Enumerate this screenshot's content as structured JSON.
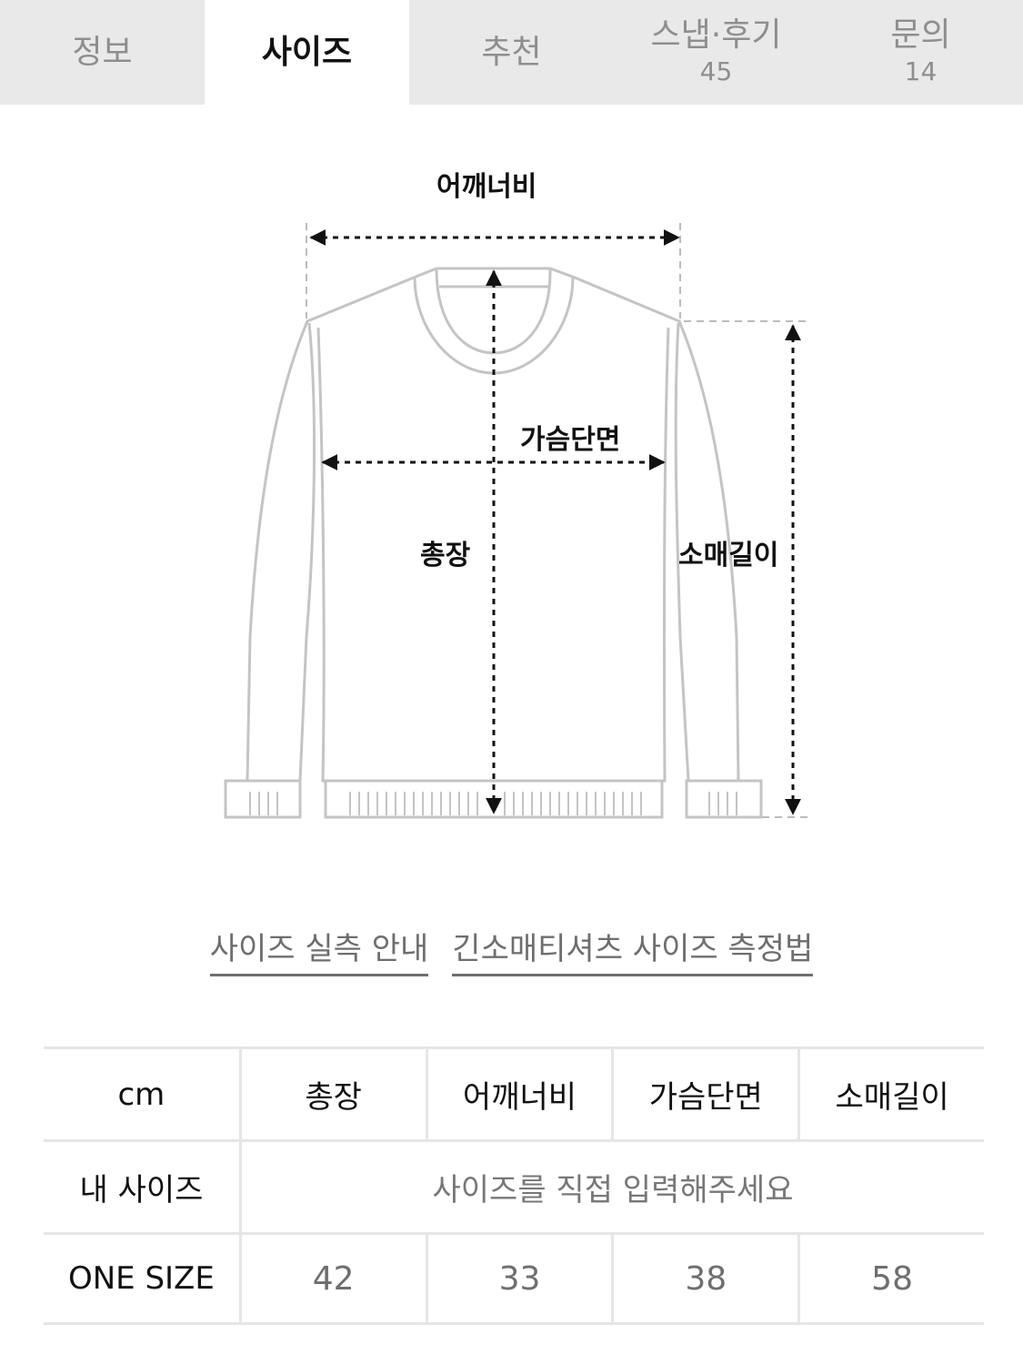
{
  "tabs": [
    {
      "label": "정보",
      "count": null,
      "active": false
    },
    {
      "label": "사이즈",
      "count": null,
      "active": true
    },
    {
      "label": "추천",
      "count": null,
      "active": false
    },
    {
      "label": "스냅·후기",
      "count": "45",
      "active": false
    },
    {
      "label": "문의",
      "count": "14",
      "active": false
    }
  ],
  "diagram": {
    "shoulder_label": "어깨너비",
    "chest_label": "가슴단면",
    "length_label": "총장",
    "sleeve_label": "소매길이"
  },
  "links": {
    "size_guide": "사이즈 실측 안내",
    "measure_method": "긴소매티셔츠 사이즈 측정법"
  },
  "size_table": {
    "unit_header": "cm",
    "columns": [
      "총장",
      "어깨너비",
      "가슴단면",
      "소매길이"
    ],
    "my_size_label": "내 사이즈",
    "my_size_prompt": "사이즈를 직접 입력해주세요",
    "rows": [
      {
        "size": "ONE SIZE",
        "values": [
          "42",
          "33",
          "38",
          "58"
        ]
      }
    ]
  },
  "colors": {
    "tab_bg": "#e9e9e9",
    "tab_active_bg": "#ffffff",
    "tab_text": "#8e8e8e",
    "garment_outline": "#c4c4c4",
    "border": "#e6e6e6"
  }
}
